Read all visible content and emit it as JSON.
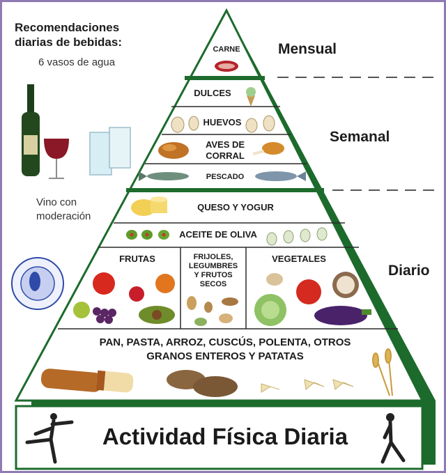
{
  "beverages": {
    "title_line1": "Recomendaciones",
    "title_line2": "diarias de bebidas:",
    "water": "6 vasos de agua",
    "wine_line1": "Vino con",
    "wine_line2": "moderación"
  },
  "frequency": {
    "monthly": "Mensual",
    "weekly": "Semanal",
    "daily": "Diario"
  },
  "pyramid": {
    "carne": "CARNE",
    "dulces": "DULCES",
    "huevos": "HUEVOS",
    "aves_line1": "AVES DE",
    "aves_line2": "CORRAL",
    "pescado": "PESCADO",
    "queso": "QUESO Y YOGUR",
    "aceite": "ACEITE DE OLIVA",
    "frutas": "FRUTAS",
    "frijoles_line1": "FRIJOLES,",
    "frijoles_line2": "LEGUMBRES",
    "frijoles_line3": "Y FRUTOS",
    "frijoles_line4": "SECOS",
    "vegetales": "VEGETALES",
    "granos_line1": "PAN, PASTA, ARROZ, CUSCÚS, POLENTA, OTROS",
    "granos_line2": "GRANOS ENTEROS Y PATATAS"
  },
  "footer": {
    "activity": "Actividad Física Diaria"
  },
  "colors": {
    "green": "#1c6b2c",
    "dark_green": "#0f4a1c",
    "frame": "#8f7ab3"
  }
}
